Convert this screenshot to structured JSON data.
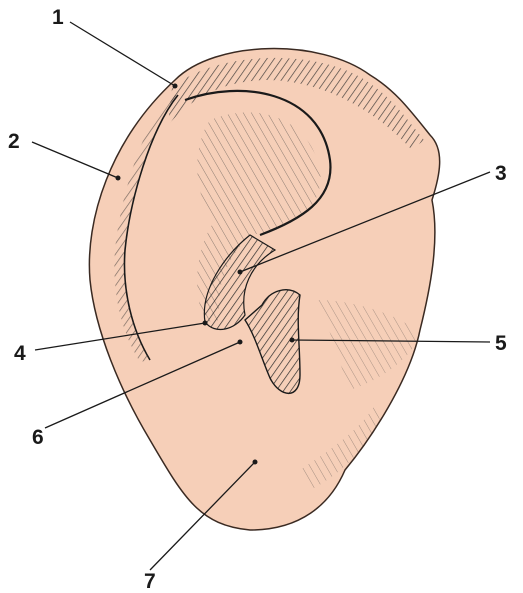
{
  "figure": {
    "subject": "ear-illustration",
    "colors": {
      "skin": "#f6cfb8",
      "skin_shadow": "#ecb79c",
      "ink": "#1a1a1a"
    },
    "callouts": [
      {
        "number": "1"
      },
      {
        "number": "2"
      },
      {
        "number": "3"
      },
      {
        "number": "4"
      },
      {
        "number": "5"
      },
      {
        "number": "6"
      },
      {
        "number": "7"
      }
    ]
  }
}
